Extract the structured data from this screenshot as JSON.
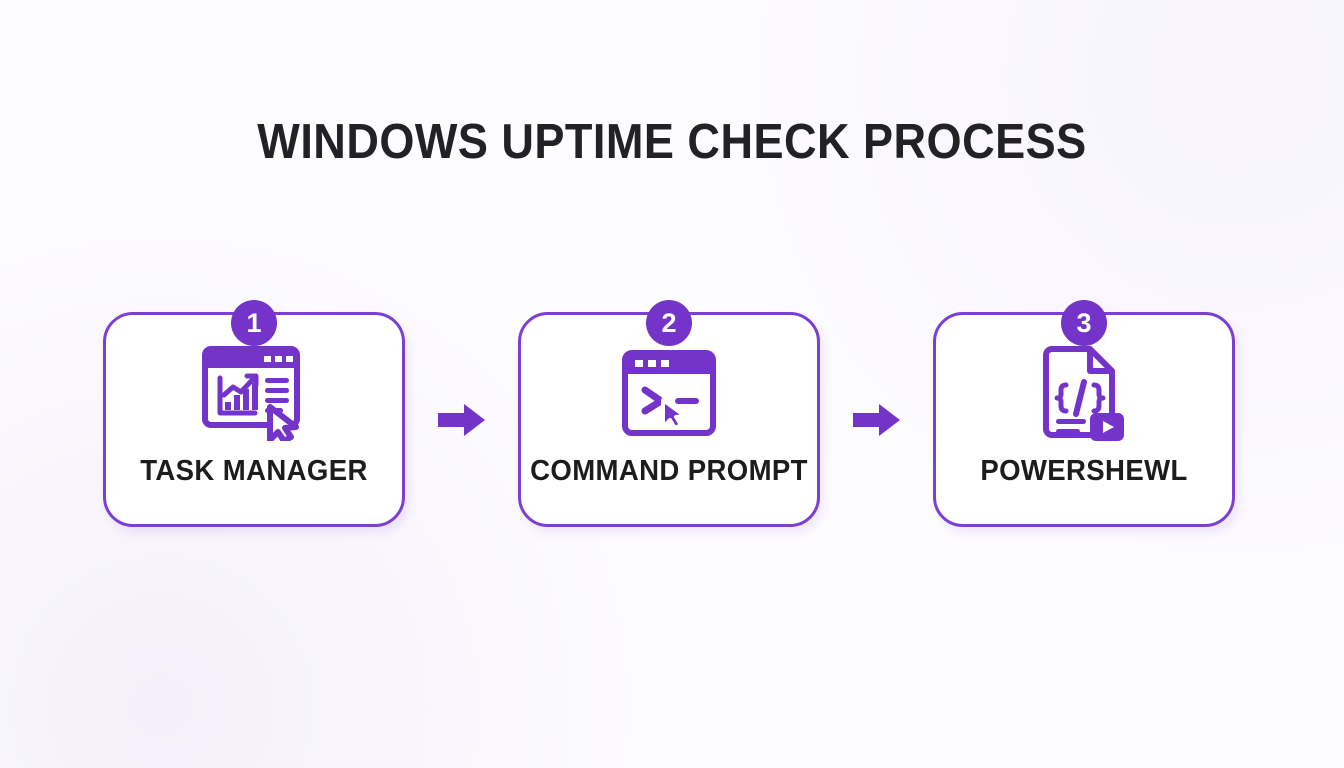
{
  "page": {
    "title": "WINDOWS UPTIME CHECK PROCESS",
    "background_color": "#fdfcfe",
    "accent_color": "#7433c9",
    "border_color": "#7b3fd4",
    "label_color": "#1c1b1e"
  },
  "steps": [
    {
      "number": "1",
      "label": "TASK MANAGER",
      "icon": "task-manager-chart-window-icon"
    },
    {
      "number": "2",
      "label": "COMMAND PROMPT",
      "icon": "terminal-window-icon"
    },
    {
      "number": "3",
      "label": "POWERSHEWL",
      "icon": "script-document-play-icon"
    }
  ],
  "connectors": [
    {
      "icon": "arrow-right-icon"
    },
    {
      "icon": "arrow-right-icon"
    }
  ]
}
